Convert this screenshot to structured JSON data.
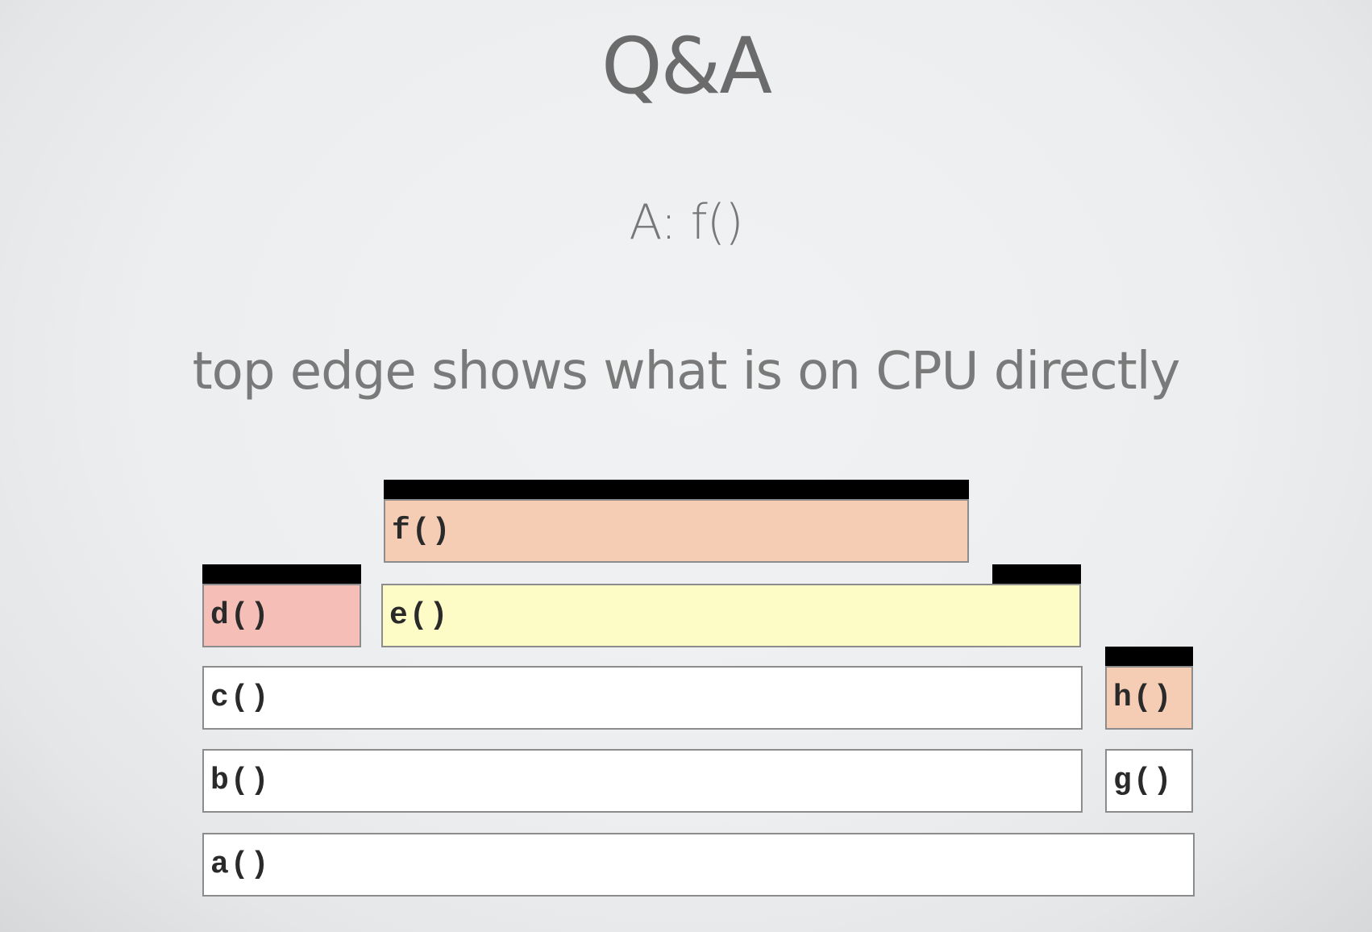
{
  "title": "Q&A",
  "answer": "A: f()",
  "explanation": "top edge shows what is on CPU directly",
  "frames": {
    "f": {
      "label": "f()",
      "color": "#f5cdb4"
    },
    "d": {
      "label": "d()",
      "color": "#f5bfb8"
    },
    "e": {
      "label": "e()",
      "color": "#fdfbc6"
    },
    "c": {
      "label": "c()",
      "color": "#ffffff"
    },
    "h": {
      "label": "h()",
      "color": "#f5cdb4"
    },
    "b": {
      "label": "b()",
      "color": "#ffffff"
    },
    "g": {
      "label": "g()",
      "color": "#ffffff"
    },
    "a": {
      "label": "a()",
      "color": "#ffffff"
    }
  },
  "oncpu_color": "#000000"
}
